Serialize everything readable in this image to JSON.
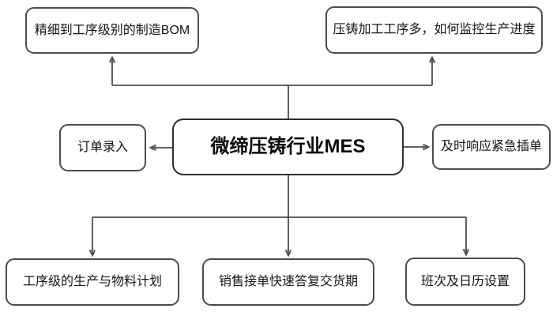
{
  "diagram": {
    "title": "微缔压铸行业MES",
    "nodes": {
      "top_left": {
        "label": "精细到工序级别的制造BOM"
      },
      "top_right": {
        "label": "压铸加工工序多，如何监控生产进度"
      },
      "mid_left": {
        "label": "订单录入"
      },
      "center": {
        "label": "微缔压铸行业MES"
      },
      "mid_right": {
        "label": "及时响应紧急插单"
      },
      "bottom_left": {
        "label": "工序级的生产与物料计划"
      },
      "bottom_center": {
        "label": "销售接单快速答复交货期"
      },
      "bottom_right": {
        "label": "班次及日历设置"
      }
    },
    "colors": {
      "line": "#4c4c4c",
      "node_border": "#4c4c4c",
      "text": "#141414",
      "background": "#ffffff"
    }
  }
}
